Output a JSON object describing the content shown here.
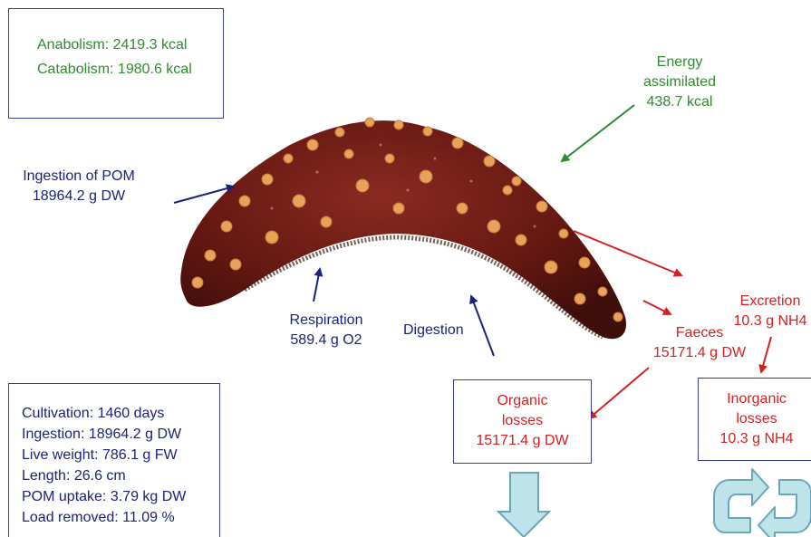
{
  "summary_top": {
    "anabolism": "Anabolism: 2419.3 kcal",
    "catabolism": "Catabolism: 1980.6 kcal"
  },
  "energy": {
    "line1": "Energy",
    "line2": "assimilated",
    "line3": "438.7 kcal"
  },
  "ingestion_pom": {
    "line1": "Ingestion of POM",
    "line2": "18964.2 g DW"
  },
  "respiration": {
    "line1": "Respiration",
    "line2": "589.4 g O2"
  },
  "digestion": "Digestion",
  "excretion": {
    "line1": "Excretion",
    "line2": "10.3 g NH4"
  },
  "faeces": {
    "line1": "Faeces",
    "line2": "15171.4 g DW"
  },
  "organic_losses": {
    "line1": "Organic",
    "line2": "losses",
    "line3": "15171.4 g DW"
  },
  "inorganic_losses": {
    "line1": "Inorganic",
    "line2": "losses",
    "line3": "10.3 g NH4"
  },
  "stats": {
    "cultivation": "Cultivation: 1460 days",
    "ingestion": "Ingestion: 18964.2 g DW",
    "live_weight": "Live weight: 786.1 g FW",
    "length": "Length: 26.6 cm",
    "pom_uptake": "POM uptake: 3.79 kg DW",
    "load_removed": "Load removed: 11.09 %"
  },
  "colors": {
    "green": "#2e8b2e",
    "navy": "#1a2377",
    "red": "#d42020",
    "box_border": "#3a3d8f",
    "arrow_fill": "#bfe3ea",
    "arrow_stroke": "#6aa5b8",
    "body": "#6e1a16"
  }
}
